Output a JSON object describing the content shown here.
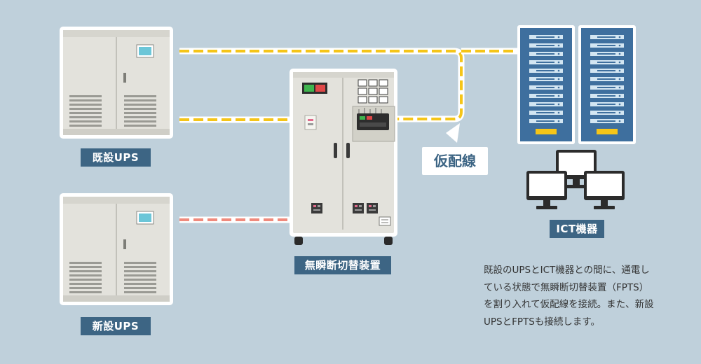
{
  "labels": {
    "existing_ups": "既設UPS",
    "new_ups": "新設UPS",
    "fpts": "無瞬断切替装置",
    "ict": "ICT機器",
    "temp_wiring": "仮配線"
  },
  "description": [
    "既設のUPSとICT機器との間に、通電し",
    "ている状態で無瞬断切替装置（FPTS）",
    "を割り入れて仮配線を接続。また、新設",
    "UPSとFPTSも接続します。"
  ],
  "colors": {
    "background": "#bfd0db",
    "label_bg": "#3d6584",
    "temp_wire": "#f5c518",
    "new_wire": "#f08a7d",
    "server_rack": "#3e6f9e"
  }
}
